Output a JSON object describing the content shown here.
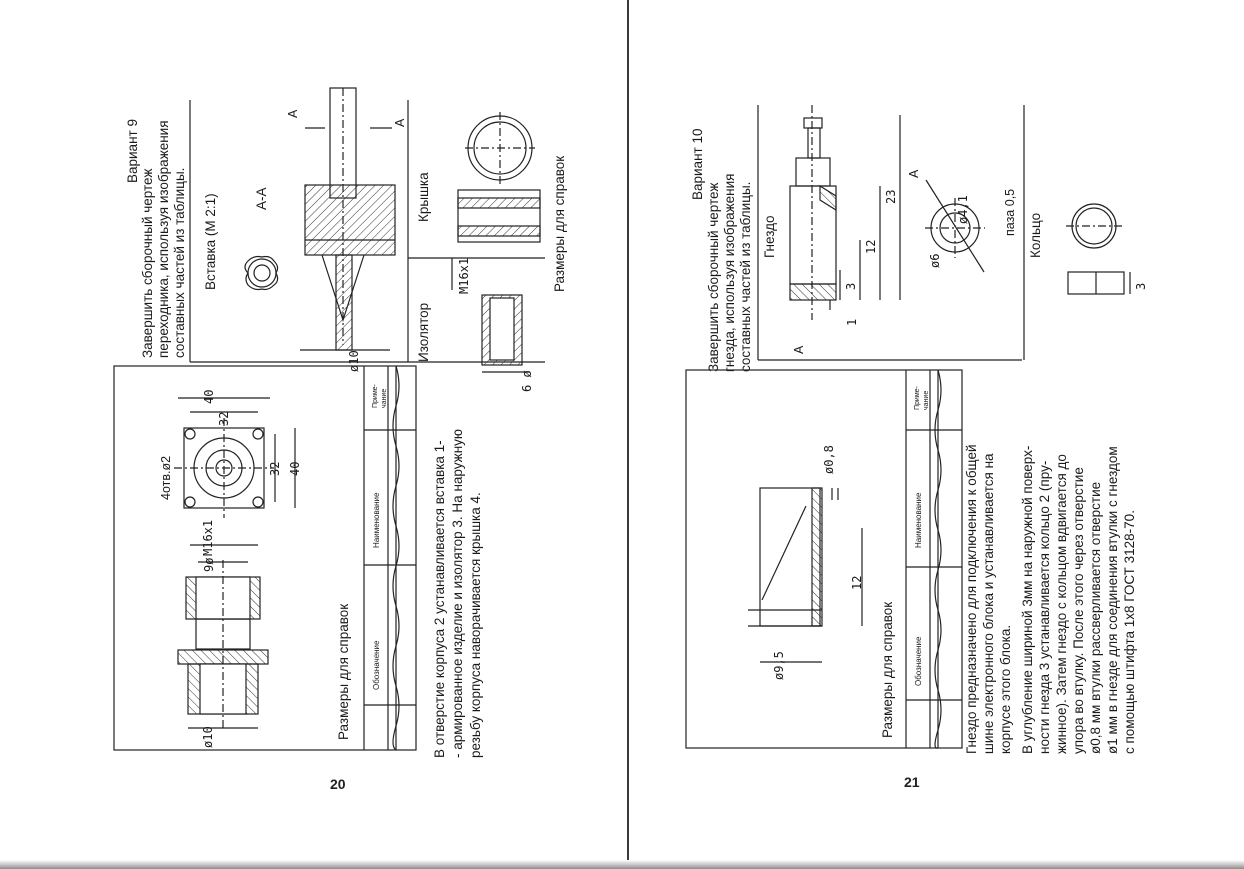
{
  "pages": {
    "left": {
      "page_number": "20",
      "variant_title": "Вариант 9",
      "task_lines": [
        "Завершить сборочный чертеж",
        "переходника, используя изображения",
        "составных частей из таблицы."
      ],
      "labels": {
        "insert": "Вставка (М 2:1)",
        "section": "А-А",
        "insulator": "Изолятор",
        "cap": "Крышка",
        "reference_dims": "Размеры для справок",
        "section_mark": "А",
        "dim_d10": "ø10",
        "dim_d6": "6 ø",
        "dim_m16": "М16х1"
      },
      "drawing_labels": {
        "holes": "4отв.ø2",
        "dim_40_top": "40",
        "dim_32_top": "32",
        "dim_32_side": "32",
        "dim_40_side": "40",
        "dim_m16": "М16х1",
        "dim_9": "9ø",
        "dim_d10": "ø10",
        "reference_dims": "Размеры для справок"
      },
      "title_block": {
        "col_designation": "Обозначение",
        "col_name": "Наименование",
        "col_note": "Приме-\nчание"
      },
      "description_lines": [
        "В отверстие корпуса 2 устанавливается вставка 1-",
        "- армированное изделие и изолятор 3. На наружную",
        "резьбу корпуса наворачивается крышка 4."
      ]
    },
    "right": {
      "page_number": "21",
      "variant_title": "Вариант 10",
      "task_lines": [
        "Завершить сборочный чертеж",
        "гнезда, используя изображения",
        "составных частей из таблицы."
      ],
      "labels": {
        "socket": "Гнездо",
        "ring": "Кольцо",
        "groove": "паза 0,5",
        "dim_23": "23",
        "dim_12": "12",
        "dim_3": "3",
        "dim_1": "1",
        "dim_d6": "ø6",
        "dim_d41": "ø4,1",
        "dim_3_ring": "3",
        "section_mark": "А"
      },
      "drawing_labels": {
        "dim_d08": "ø0,8",
        "dim_12": "12",
        "dim_d95": "ø9,5",
        "reference_dims": "Размеры для справок"
      },
      "title_block": {
        "col_designation": "Обозначение",
        "col_name": "Наименование",
        "col_note": "Приме-\nчание"
      },
      "description_lines": [
        "Гнездо предназначено для подключения к общей",
        "шине электронного блока и устанавливается на",
        "корпусе этого блока.",
        "В углубление шириной 3мм на наружной поверх-",
        "ности гнезда 3 устанавливается кольцо 2 (пру-",
        "жинное). Затем гнездо с кольцом вдвигается до",
        "упора во втулку. После этого через отверстие",
        "ø0,8 мм втулки рассверливается отверстие",
        "ø1 мм в гнезде для соединения втулки с гнездом",
        "с помощью штифта 1х8 ГОСТ 3128-70."
      ]
    }
  }
}
